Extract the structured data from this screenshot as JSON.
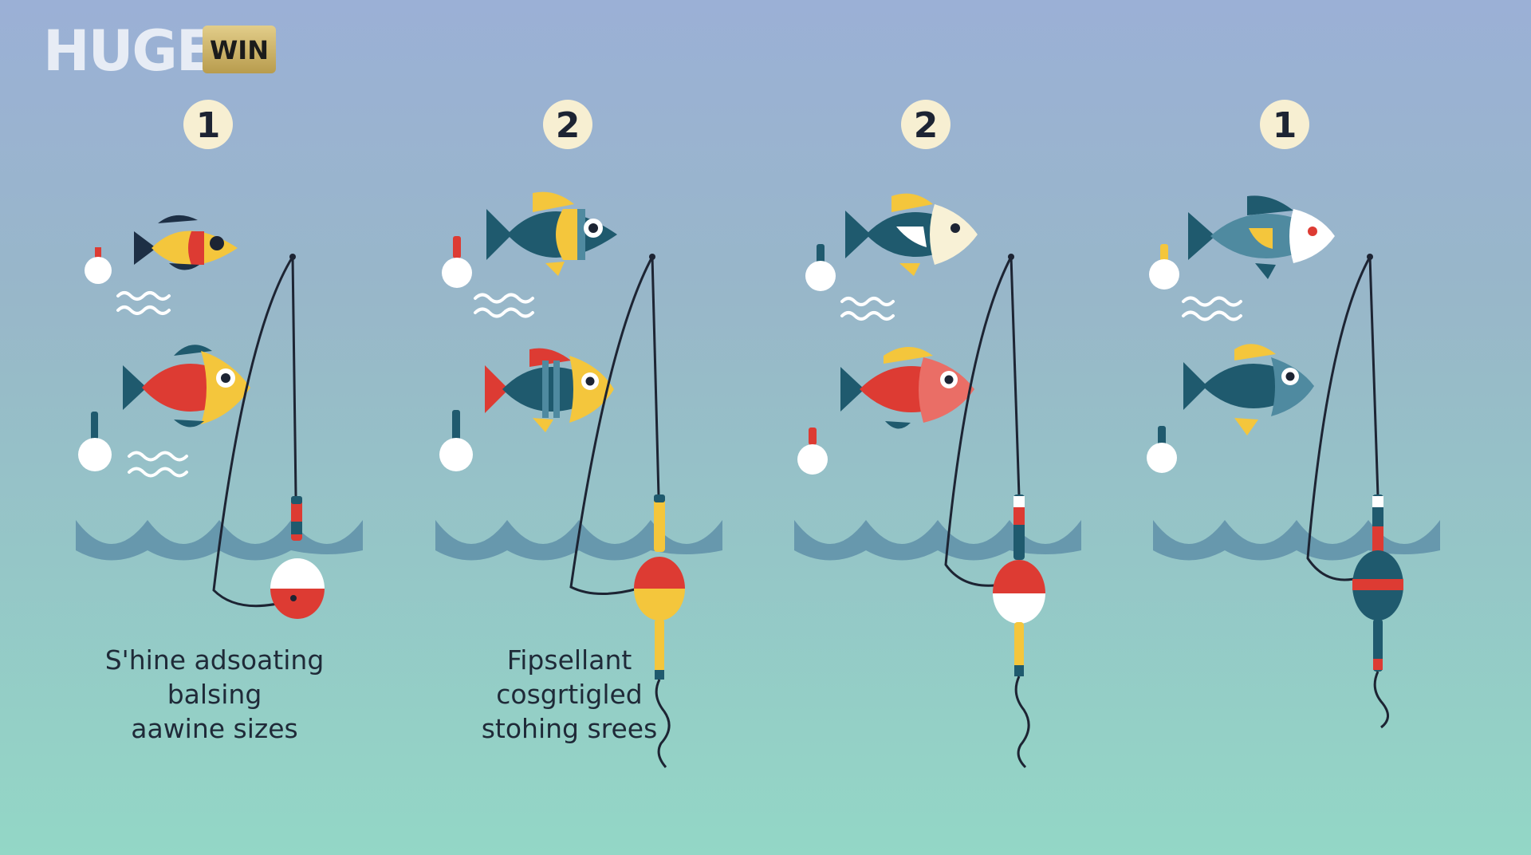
{
  "logo": {
    "word": "HUGE",
    "badge": "WIN"
  },
  "colors": {
    "navy": "#1d2f45",
    "teal": "#1f5a6e",
    "tealLight": "#4f8aa0",
    "red": "#dd3b33",
    "coral": "#ea6e66",
    "yellow": "#f4c63c",
    "cream": "#f8f1d6",
    "white": "#ffffff",
    "wave": "#5f8fa8",
    "line": "#1d2433",
    "gold": "#c9b06a"
  },
  "panels": [
    {
      "number": "1",
      "caption": [
        "S'hine adsoating",
        "balsing",
        "aawine sizes"
      ]
    },
    {
      "number": "2",
      "caption": [
        "Fipsellant",
        "cosgrtigled",
        "stohing srees"
      ]
    },
    {
      "number": "2",
      "caption": []
    },
    {
      "number": "1",
      "caption": []
    }
  ],
  "icons": [
    "fish-icon",
    "bobber-icon",
    "fishing-rod-icon",
    "wave-icon",
    "number-badge"
  ]
}
